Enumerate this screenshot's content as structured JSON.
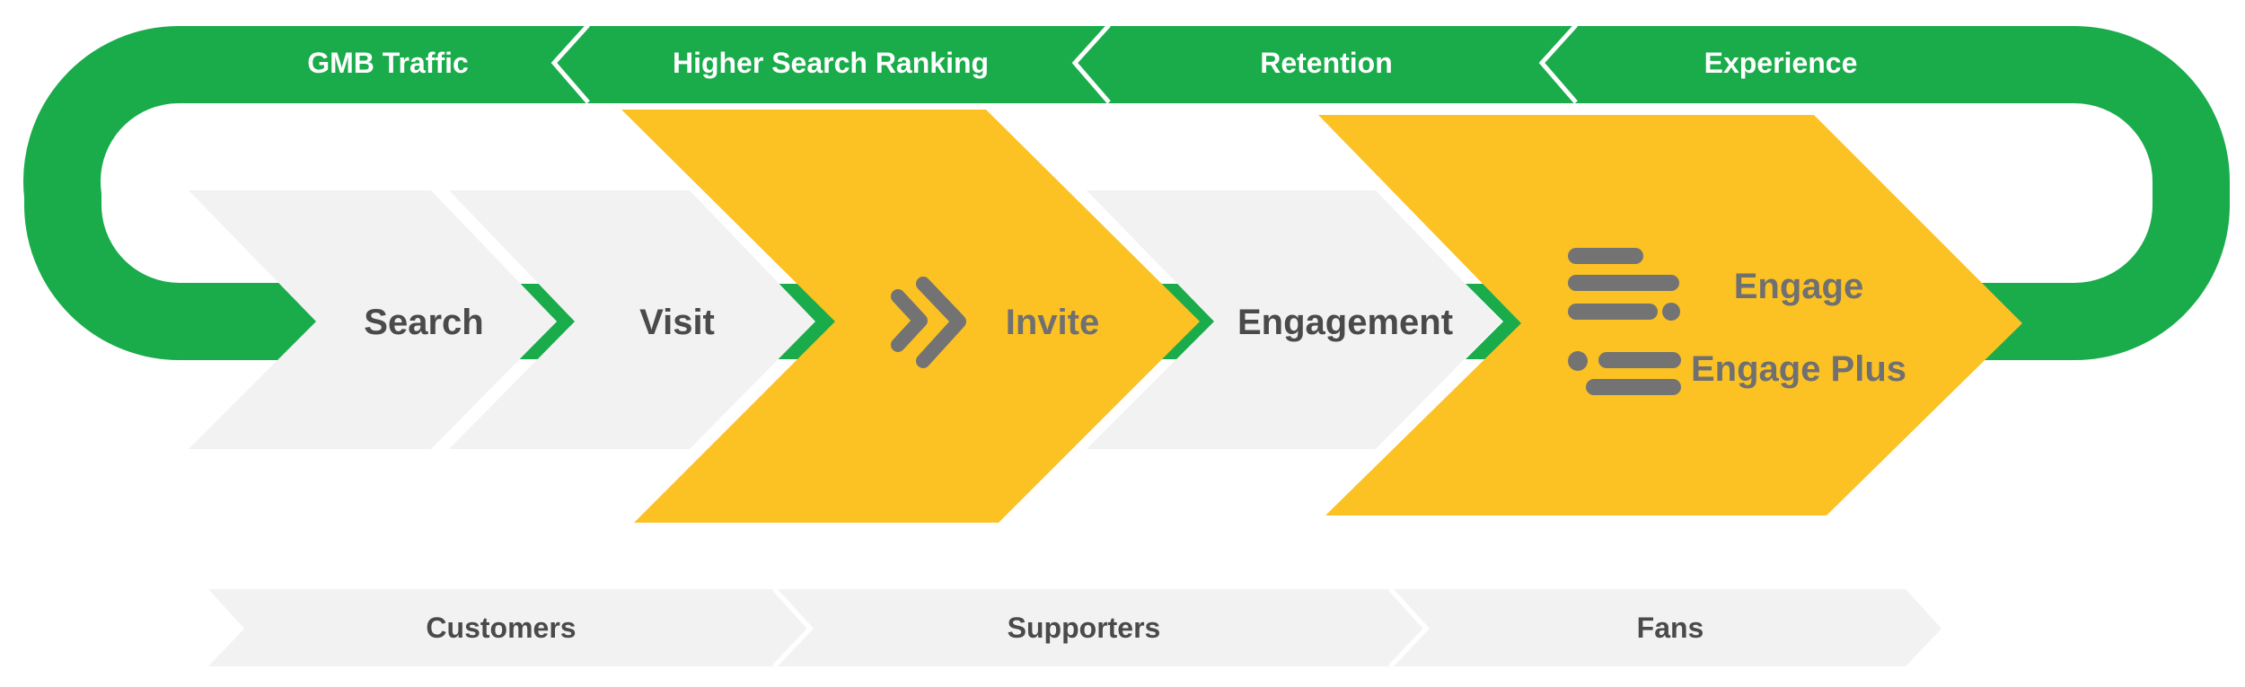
{
  "colors": {
    "green": "#1aab4b",
    "yellow": "#fcc224",
    "gray_panel": "#f2f2f2",
    "icon_gray": "#737373",
    "text_dark": "#4a4a4a"
  },
  "top_band": {
    "segments": [
      {
        "label": "GMB Traffic"
      },
      {
        "label": "Higher Search Ranking"
      },
      {
        "label": "Retention"
      },
      {
        "label": "Experience"
      }
    ]
  },
  "steps": [
    {
      "label": "Search",
      "style": "gray"
    },
    {
      "label": "Visit",
      "style": "gray"
    },
    {
      "label": "Invite",
      "style": "yellow",
      "icon": "double-chevron-right-icon"
    },
    {
      "label": "Engagement",
      "style": "gray"
    },
    {
      "label": "Engage",
      "style": "yellow",
      "icon": "text-lines-icon"
    }
  ],
  "engage_plus": {
    "label": "Engage Plus",
    "icon": "dotted-list-icon"
  },
  "bottom_band": {
    "segments": [
      {
        "label": "Customers"
      },
      {
        "label": "Supporters"
      },
      {
        "label": "Fans"
      }
    ]
  }
}
